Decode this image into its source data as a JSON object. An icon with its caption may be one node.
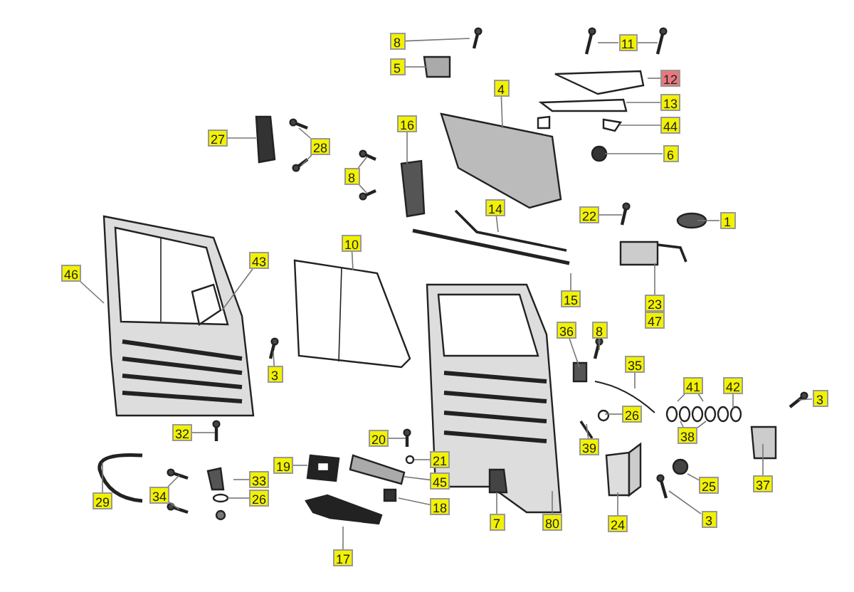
{
  "diagram": {
    "nodes": [
      {
        "text": [
          "8"
        ]
      },
      {
        "text": [
          "5"
        ]
      },
      {
        "text": [
          "11"
        ]
      },
      {
        "text": [
          "12"
        ]
      },
      {
        "text": [
          "13"
        ]
      },
      {
        "text": [
          "4"
        ]
      },
      {
        "text": [
          "44"
        ]
      },
      {
        "text": [
          "6"
        ]
      },
      {
        "text": [
          "27"
        ]
      },
      {
        "text": [
          "28"
        ]
      },
      {
        "text": [
          "16"
        ]
      },
      {
        "text": [
          "8"
        ]
      },
      {
        "text": [
          "22"
        ]
      },
      {
        "text": [
          "1"
        ]
      },
      {
        "text": [
          "14"
        ]
      },
      {
        "text": [
          "10"
        ]
      },
      {
        "text": [
          "46"
        ]
      },
      {
        "text": [
          "43"
        ]
      },
      {
        "text": [
          "15"
        ]
      },
      {
        "text": [
          "23"
        ]
      },
      {
        "text": [
          "47"
        ]
      },
      {
        "text": [
          "3"
        ]
      },
      {
        "text": [
          "36"
        ]
      },
      {
        "text": [
          "8"
        ]
      },
      {
        "text": [
          "35"
        ]
      },
      {
        "text": [
          "41"
        ]
      },
      {
        "text": [
          "42"
        ]
      },
      {
        "text": [
          "3"
        ]
      },
      {
        "text": [
          "32"
        ]
      },
      {
        "text": [
          "20"
        ]
      },
      {
        "text": [
          "21"
        ]
      },
      {
        "text": [
          "19"
        ]
      },
      {
        "text": [
          "33"
        ]
      },
      {
        "text": [
          "45"
        ]
      },
      {
        "text": [
          "26"
        ]
      },
      {
        "text": [
          "38"
        ]
      },
      {
        "text": [
          "39"
        ]
      },
      {
        "text": [
          "34"
        ]
      },
      {
        "text": [
          "26"
        ]
      },
      {
        "text": [
          "29"
        ]
      },
      {
        "text": [
          "18"
        ]
      },
      {
        "text": [
          "25"
        ]
      },
      {
        "text": [
          "37"
        ]
      },
      {
        "text": [
          "3"
        ]
      },
      {
        "text": [
          "7"
        ]
      },
      {
        "text": [
          "80"
        ]
      },
      {
        "text": [
          "24"
        ]
      },
      {
        "text": [
          "17"
        ]
      }
    ],
    "edges": [
      {
        "from": 0,
        "to": null,
        "arrow": "none"
      },
      {
        "from": 1,
        "to": null,
        "arrow": "none"
      },
      {
        "from": 2,
        "to": null,
        "arrow": "none"
      },
      {
        "from": 2,
        "to": null,
        "arrow": "none"
      },
      {
        "from": 3,
        "to": null,
        "arrow": "none"
      },
      {
        "from": 4,
        "to": null,
        "arrow": "none"
      },
      {
        "from": 5,
        "to": null,
        "arrow": "none"
      },
      {
        "from": 6,
        "to": null,
        "arrow": "none"
      },
      {
        "from": 7,
        "to": null,
        "arrow": "none"
      },
      {
        "from": 8,
        "to": null,
        "arrow": "none"
      },
      {
        "from": 9,
        "to": null,
        "arrow": "none"
      },
      {
        "from": 9,
        "to": null,
        "arrow": "none"
      },
      {
        "from": 10,
        "to": null,
        "arrow": "none"
      },
      {
        "from": 11,
        "to": null,
        "arrow": "none"
      },
      {
        "from": 11,
        "to": null,
        "arrow": "none"
      },
      {
        "from": 12,
        "to": null,
        "arrow": "none"
      },
      {
        "from": 13,
        "to": null,
        "arrow": "none"
      },
      {
        "from": 14,
        "to": null,
        "arrow": "none"
      },
      {
        "from": 15,
        "to": null,
        "arrow": "none"
      },
      {
        "from": 16,
        "to": null,
        "arrow": "none"
      },
      {
        "from": 17,
        "to": null,
        "arrow": "none"
      },
      {
        "from": 18,
        "to": null,
        "arrow": "none"
      },
      {
        "from": 19,
        "to": null,
        "arrow": "none"
      },
      {
        "from": 21,
        "to": null,
        "arrow": "none"
      },
      {
        "from": 22,
        "to": null,
        "arrow": "none"
      },
      {
        "from": 23,
        "to": null,
        "arrow": "none"
      },
      {
        "from": 24,
        "to": null,
        "arrow": "none"
      },
      {
        "from": 25,
        "to": null,
        "arrow": "none"
      },
      {
        "from": 25,
        "to": null,
        "arrow": "none"
      },
      {
        "from": 26,
        "to": null,
        "arrow": "none"
      },
      {
        "from": 27,
        "to": null,
        "arrow": "none"
      },
      {
        "from": 28,
        "to": null,
        "arrow": "none"
      },
      {
        "from": 29,
        "to": null,
        "arrow": "none"
      },
      {
        "from": 30,
        "to": null,
        "arrow": "none"
      },
      {
        "from": 31,
        "to": null,
        "arrow": "none"
      },
      {
        "from": 32,
        "to": null,
        "arrow": "none"
      },
      {
        "from": 33,
        "to": null,
        "arrow": "none"
      },
      {
        "from": 34,
        "to": null,
        "arrow": "none"
      },
      {
        "from": 35,
        "to": null,
        "arrow": "none"
      },
      {
        "from": 35,
        "to": null,
        "arrow": "none"
      },
      {
        "from": 36,
        "to": null,
        "arrow": "none"
      },
      {
        "from": 37,
        "to": null,
        "arrow": "none"
      },
      {
        "from": 37,
        "to": null,
        "arrow": "none"
      },
      {
        "from": 38,
        "to": null,
        "arrow": "none"
      },
      {
        "from": 39,
        "to": null,
        "arrow": "none"
      },
      {
        "from": 40,
        "to": null,
        "arrow": "none"
      },
      {
        "from": 41,
        "to": null,
        "arrow": "none"
      },
      {
        "from": 42,
        "to": null,
        "arrow": "none"
      },
      {
        "from": 43,
        "to": null,
        "arrow": "none"
      },
      {
        "from": 44,
        "to": null,
        "arrow": "none"
      },
      {
        "from": 45,
        "to": null,
        "arrow": "none"
      },
      {
        "from": 46,
        "to": null,
        "arrow": "none"
      },
      {
        "from": 47,
        "to": null,
        "arrow": "none"
      }
    ]
  }
}
